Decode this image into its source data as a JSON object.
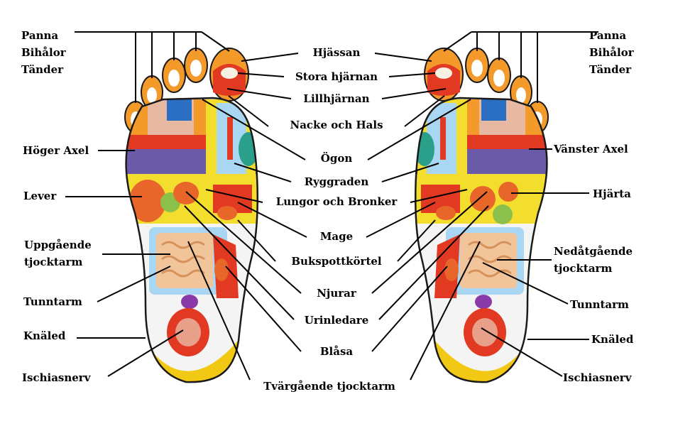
{
  "labels": {
    "panna": "Panna",
    "bihalor": "Bihålor",
    "tander": "Tänder",
    "hjassan": "Hjässan",
    "stora_hjarnan": "Stora hjärnan",
    "lillhjarnan": "Lillhjärnan",
    "nacke_hals": "Nacke och Hals",
    "ogon": "Ögon",
    "ryggraden": "Ryggraden",
    "lungor": "Lungor och Bronker",
    "mage": "Mage",
    "bukspott": "Bukspottkörtel",
    "njurar": "Njurar",
    "urinledare": "Urinledare",
    "blasa": "Blåsa",
    "tvargaende": "Tvärgående tjocktarm",
    "hoger_axel": "Höger Axel",
    "vanster_axel": "Vänster Axel",
    "lever": "Lever",
    "hjarta": "Hjärta",
    "uppgaende_1": "Uppgående",
    "uppgaende_2": "tjocktarm",
    "nedatgaende_1": "Nedåtgående",
    "nedatgaende_2": "tjocktarm",
    "tunntarm": "Tunntarm",
    "knaled": "Knäled",
    "ischiasnerv": "Ischiasnerv"
  },
  "colors": {
    "toe_orange": "#f39a2a",
    "brain_red": "#e23a22",
    "eye_blue": "#2a6fc2",
    "spine_yellow": "#f3de2e",
    "shoulder_purple": "#6a5aa8",
    "organ_orange": "#e8662a",
    "intestine_peach": "#f2c49a",
    "gut_blue": "#a9d6f2",
    "heel_yellow": "#f1c915",
    "outline": "#1a1a1a"
  }
}
